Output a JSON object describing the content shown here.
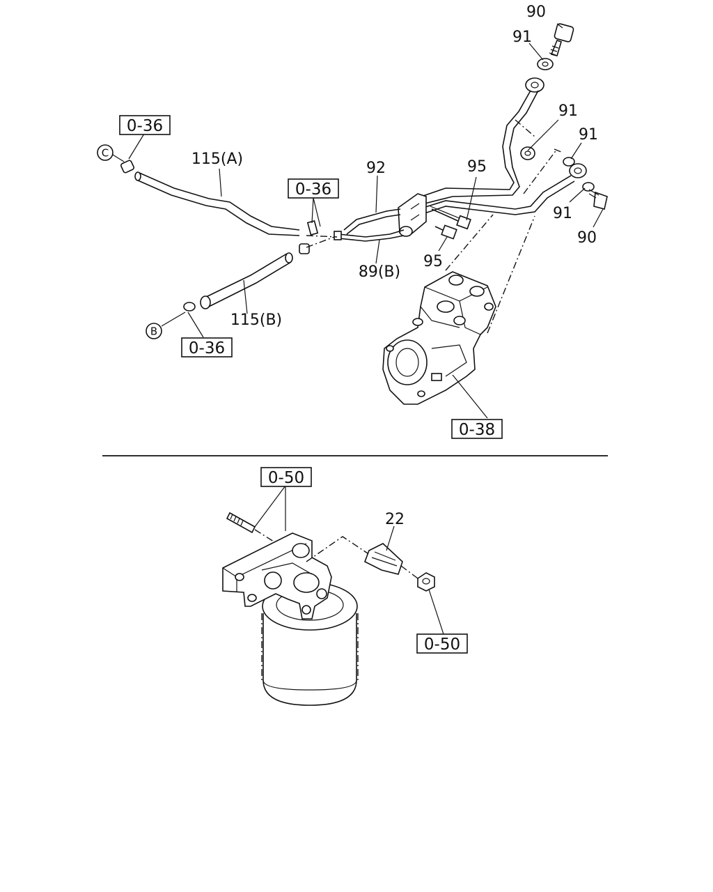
{
  "labels": {
    "l90a": "90",
    "l91a": "91",
    "l91b": "91",
    "l91c": "91",
    "l91d": "91",
    "l90b": "90",
    "l115a": "115(A)",
    "l92": "92",
    "l95a": "95",
    "l95b": "95",
    "l89b": "89(B)",
    "l115b": "115(B)",
    "l22": "22"
  },
  "ref_boxes": {
    "r036a": "0-36",
    "r036b": "0-36",
    "r036c": "0-36",
    "r038": "0-38",
    "r050a": "0-50",
    "r050b": "0-50"
  },
  "circle_markers": {
    "c": "C",
    "b": "B"
  }
}
